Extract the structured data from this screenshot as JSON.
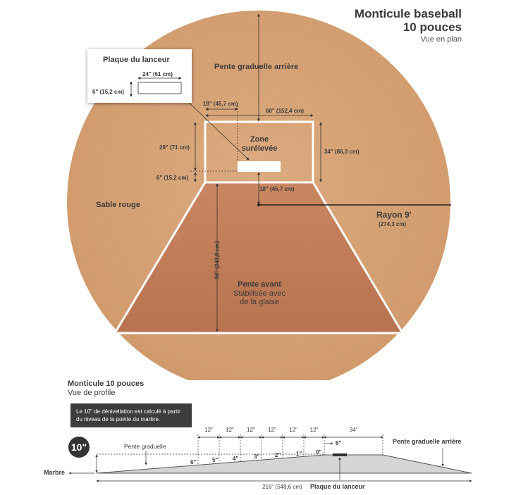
{
  "header": {
    "title_line1": "Monticule baseball",
    "title_line2": "10 pouces",
    "subtitle": "Vue en plan"
  },
  "plan": {
    "back_slope": "Pente graduelle arrière",
    "raised_zone_line1": "Zone",
    "raised_zone_line2": "surélevée",
    "red_sand": "Sable rouge",
    "radius_title": "Rayon 9'",
    "radius_metric": "(274,3 cm)",
    "front_slope_title": "Pente avant",
    "front_slope_line2": "Stabilisée avec",
    "front_slope_line3": "de la glaise",
    "dims": {
      "w60": "60\" (152,4 cm)",
      "w18": "18\" (45,7 cm)",
      "h28": "28\" (71 cm)",
      "h6": "6\" (15,2 cm)",
      "h34": "34\" (86,3 cm)",
      "h18": "18\" (45,7 cm)",
      "h96": "96\" (243,8 cm)"
    },
    "colors": {
      "sand": "#d7a376",
      "clay": "#c17e5c"
    }
  },
  "rubber": {
    "title": "Plaque du lanceur",
    "width": "24\" (61 cm)",
    "height": "6\" (15,2 cm)"
  },
  "profile": {
    "title": "Monticule 10 pouces",
    "subtitle": "Vue de profile",
    "note": "Le 10\" de dénivellation est calculé à partir du niveau de la pointe du marbre.",
    "badge": "10\"",
    "gradual_slope": "Pente graduelle",
    "back_slope": "Pente graduelle arrière",
    "home_plate": "Marbre",
    "rubber": "Plaque du lanceur",
    "total_length": "216\" (548,6 cm)",
    "segments": [
      "12\"",
      "12\"",
      "12\"",
      "12\"",
      "12\"",
      "12\""
    ],
    "flat": "34\"",
    "rubber_width": "6\"",
    "heights": [
      "6\"",
      "5\"",
      "4\"",
      "3\"",
      "2\"",
      "1\"",
      "0\""
    ]
  }
}
